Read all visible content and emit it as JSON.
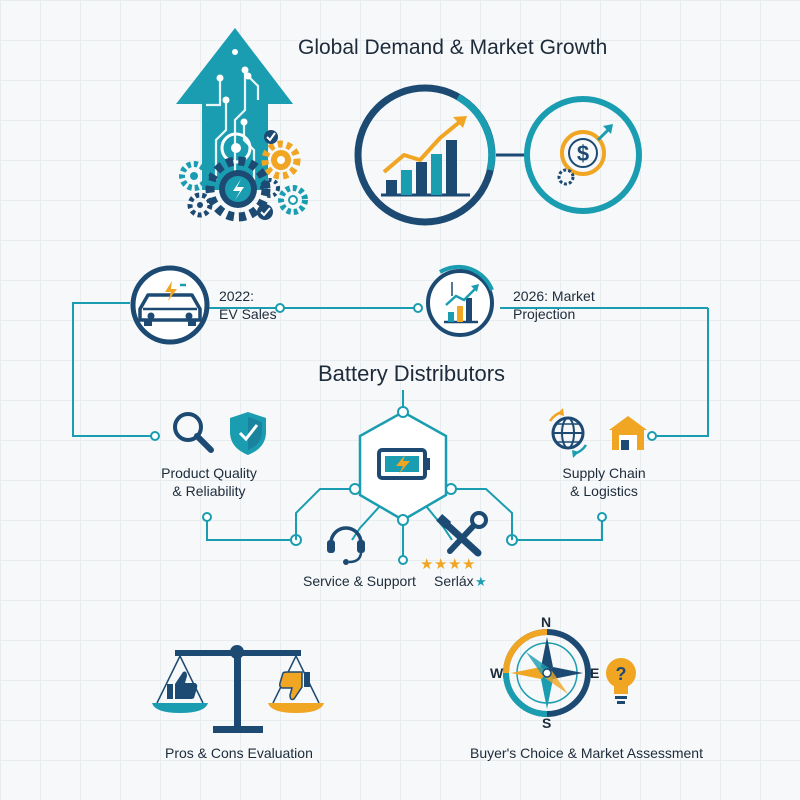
{
  "header": {
    "title": "Global Demand & Market Growth"
  },
  "milestones": [
    {
      "line1": "2022:",
      "line2": "EV Sales"
    },
    {
      "line1": "2026: Market",
      "line2": "Projection"
    }
  ],
  "hub": {
    "title": "Battery Distributors"
  },
  "pillars": {
    "quality": {
      "line1": "Product Quality",
      "line2": "& Reliability"
    },
    "supply": {
      "line1": "Supply Chain",
      "line2": "& Logistics"
    },
    "service": {
      "label": "Service & Support"
    },
    "rating": {
      "label": "Serláx"
    }
  },
  "bottom": {
    "pros_cons": "Pros & Cons Evaluation",
    "buyer": "Buyer's Choice & Market Assessment"
  },
  "compass": {
    "n": "N",
    "s": "S",
    "e": "E",
    "w": "W"
  },
  "colors": {
    "navy": "#1c4a73",
    "teal": "#1b9db1",
    "orange": "#f0a523",
    "ink": "#1d2b3a"
  },
  "icons": [
    "growth-arrow-icon",
    "bar-chart-icon",
    "dollar-icon",
    "car-icon",
    "chart-icon",
    "search-icon",
    "shield-icon",
    "battery-icon",
    "globe-icon",
    "warehouse-icon",
    "headset-icon",
    "tools-icon",
    "star-icon",
    "scale-icon",
    "thumbs-up-icon",
    "thumbs-down-icon",
    "compass-icon",
    "lightbulb-icon"
  ]
}
